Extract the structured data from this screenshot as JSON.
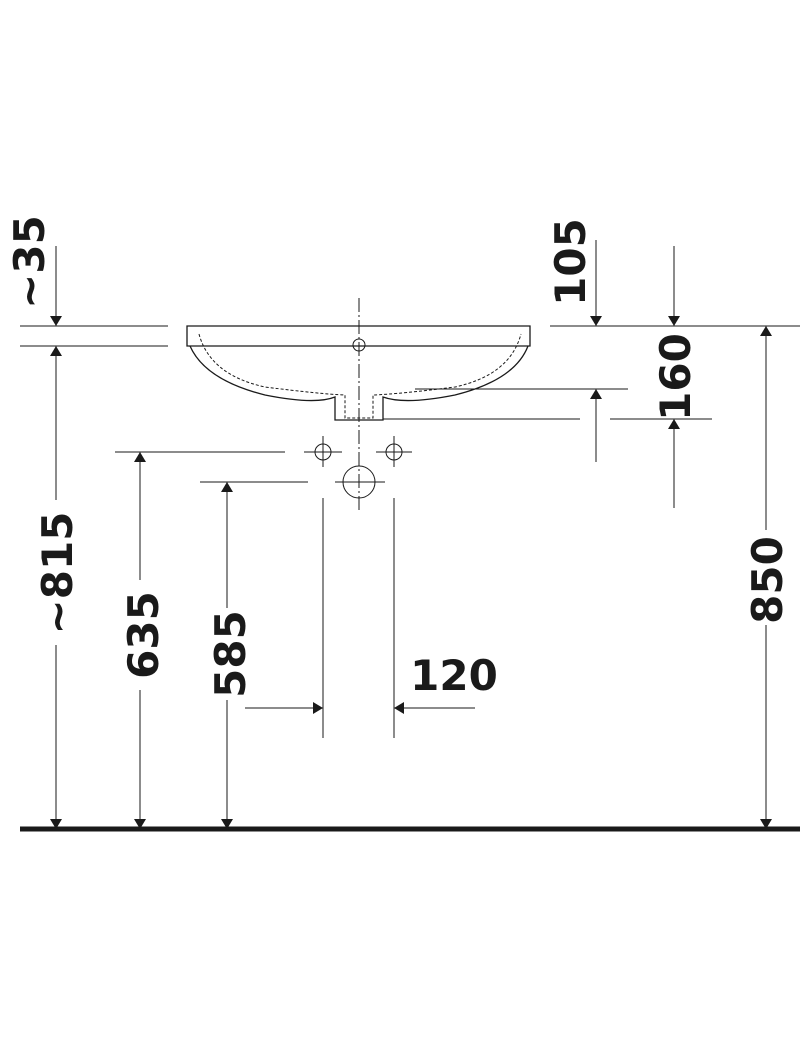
{
  "dimensions": {
    "top_offset": "~35",
    "rim_to_faucet_top": "105",
    "basin_depth": "160",
    "floor_to_underside": "~815",
    "floor_to_supply": "635",
    "floor_to_drain": "585",
    "supply_spacing": "120",
    "floor_to_rim": "850"
  }
}
